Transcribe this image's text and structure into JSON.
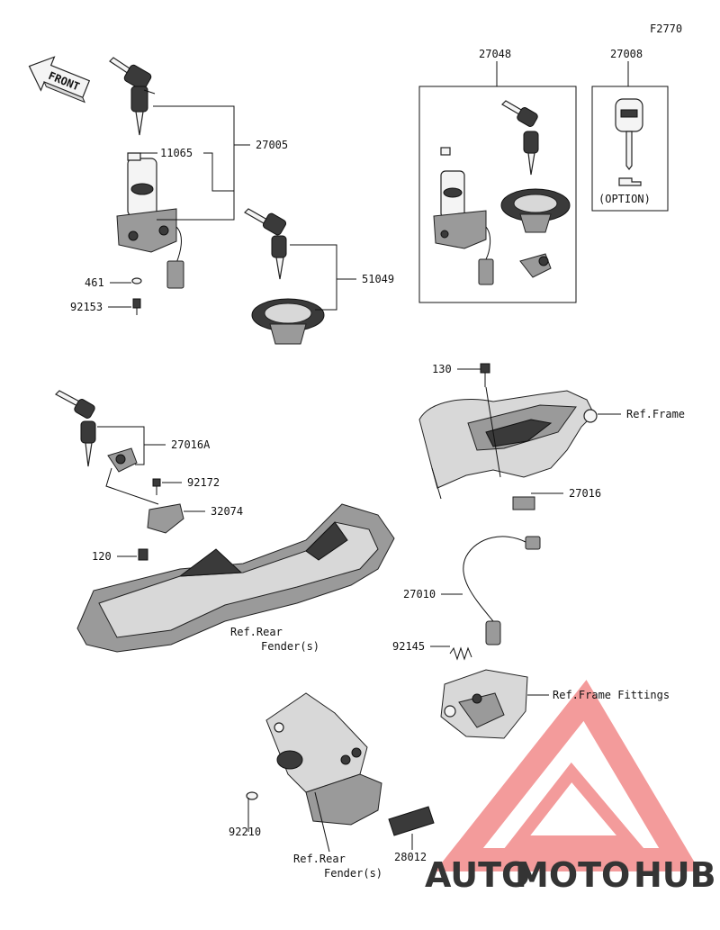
{
  "figure_code": "F2770",
  "direction_label": "FRONT",
  "option_label": "(OPTION)",
  "callouts": {
    "p27005": "27005",
    "p11065": "11065",
    "p461": "461",
    "p92153": "92153",
    "p51049": "51049",
    "p27048": "27048",
    "p27008": "27008",
    "p130": "130",
    "ref_frame": "Ref.Frame",
    "p27016": "27016",
    "p27016a": "27016A",
    "p92172": "92172",
    "p32074": "32074",
    "p120": "120",
    "ref_rear_fender_1_line1": "Ref.Rear",
    "ref_rear_fender_1_line2": "Fender(s)",
    "p27010": "27010",
    "p92145": "92145",
    "ref_frame_fittings": "Ref.Frame Fittings",
    "p92210": "92210",
    "p28012": "28012",
    "ref_rear_fender_2_line1": "Ref.Rear",
    "ref_rear_fender_2_line2": "Fender(s)"
  },
  "watermark": {
    "part1": "AUTO",
    "part2": "MOTO",
    "part3": "HUB",
    "color_primary": "#f28a8a",
    "color_secondary": "#f6c34a",
    "color_gray": "#9b9b9b"
  }
}
